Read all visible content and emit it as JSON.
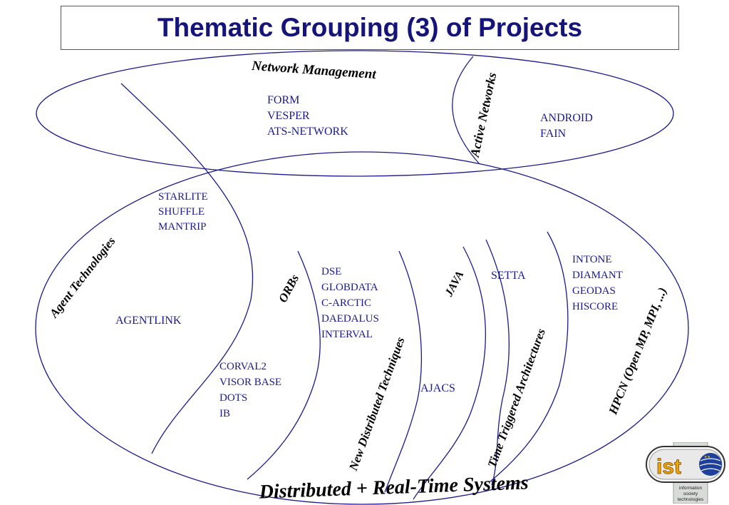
{
  "title": "Thematic Grouping (3) of Projects",
  "colors": {
    "title": "#14147a",
    "lines": "#1a1a8c",
    "project_text": "#1a1a8c",
    "labels": "#000000"
  },
  "regions": {
    "network_management": {
      "label": "Network Management",
      "projects": [
        "FORM",
        "VESPER",
        "ATS-NETWORK"
      ]
    },
    "active_networks": {
      "label": "Active Networks",
      "projects": [
        "ANDROID",
        "FAIN"
      ]
    },
    "overlap": {
      "projects": [
        "STARLITE",
        "SHUFFLE",
        "MANTRIP"
      ]
    },
    "agent_technologies": {
      "label": "Agent Technologies",
      "projects": [
        "AGENTLINK"
      ]
    },
    "orbs": {
      "label": "ORBs",
      "projects": [
        "CORVAL2",
        "VISOR BASE",
        "DOTS",
        "IB"
      ]
    },
    "new_distributed_techniques": {
      "label": "New Distributed Techniques",
      "projects": [
        "DSE",
        "GLOBDATA",
        "C-ARCTIC",
        "DAEDALUS",
        "INTERVAL"
      ]
    },
    "java": {
      "label": "JAVA",
      "projects": [
        "AJACS"
      ]
    },
    "time_triggered": {
      "label": "Time Triggered Architectures",
      "projects": [
        "SETTA"
      ]
    },
    "hpcn": {
      "label": "HPCN (Open MP, MPI, ...)",
      "projects": [
        "INTONE",
        "DIAMANT",
        "GEODAS",
        "HISCORE"
      ]
    },
    "distributed_rt": {
      "label": "Distributed + Real-Time Systems"
    }
  },
  "logo": {
    "mark": "ist",
    "caption": [
      "information",
      "society",
      "technologies"
    ]
  }
}
